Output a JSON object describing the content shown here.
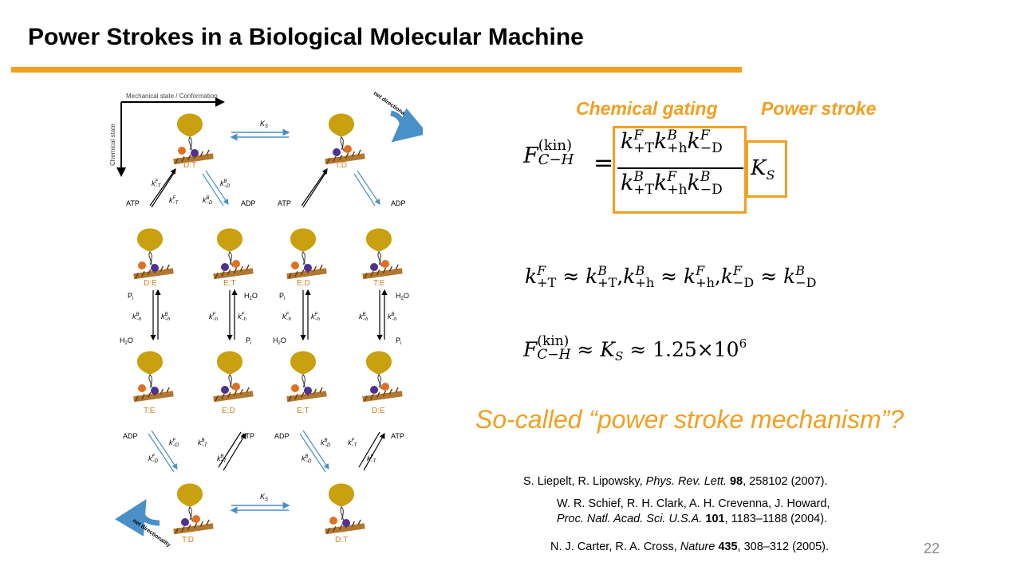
{
  "title": "Power Strokes in a Biological Molecular Machine",
  "diagram": {
    "axis_x_label": "Mechanical state / Conformation",
    "axis_y_label": "Chemical state",
    "net_directionality": "net directionality",
    "ks_label": "K",
    "ks_sub": "S",
    "top_states": [
      "D:T",
      "T:D"
    ],
    "middle_states": [
      "D:E",
      "E:T",
      "E:D",
      "T:E"
    ],
    "lower_states": [
      "T:E",
      "E:D",
      "E:T",
      "D:E"
    ],
    "bottom_states": [
      "T:D",
      "D:T"
    ],
    "atp": "ATP",
    "adp": "ADP",
    "pi": "P",
    "pi_sub": "i",
    "h2o": "H",
    "h2o_sub": "2",
    "h2o_tail": "O",
    "k": "k",
    "sup_f": "F",
    "sup_b": "B",
    "sub_pt": "+T",
    "sub_mt": "−T",
    "sub_md": "−D",
    "sub_mh": "−h"
  },
  "labels": {
    "chemical_gating": "Chemical gating",
    "power_stroke": "Power stroke"
  },
  "equations": {
    "F": "F",
    "F_sup": "(kin)",
    "F_sub": "C−H",
    "equals": "=",
    "approx": "≈",
    "k": "k",
    "sup_F": "F",
    "sup_B": "B",
    "sub_pT": "+T",
    "sub_ph": "+h",
    "sub_mD": "−D",
    "K": "K",
    "K_sub": "S",
    "comma": ",",
    "value": "1.25×10",
    "value_exp": "6"
  },
  "question": "So-called “power stroke mechanism”?",
  "references": {
    "ref1_authors": "S. Liepelt, R. Lipowsky, ",
    "ref1_journal": "Phys. Rev. Lett.",
    "ref1_vol": "98",
    "ref1_rest": ", 258102 (2007).",
    "ref2_line1": "W. R. Schief, R. H. Clark, A. H. Crevenna, J. Howard,",
    "ref2_journal": "Proc. Natl. Acad. Sci. U.S.A.",
    "ref2_vol": "101",
    "ref2_rest": ", 1183–1188 (2004).",
    "ref3_authors": "N. J. Carter, R. A. Cross, ",
    "ref3_journal": "Nature",
    "ref3_vol": "435",
    "ref3_rest": ", 308–312 (2005)."
  },
  "page_number": "22",
  "colors": {
    "accent_orange": "#f0a020",
    "motor_head": "#c8a010",
    "track": "#b07830",
    "arrow_blue": "#4a90c8",
    "bead_orange": "#e07020",
    "bead_purple": "#503090",
    "state_orange": "#d08020"
  }
}
